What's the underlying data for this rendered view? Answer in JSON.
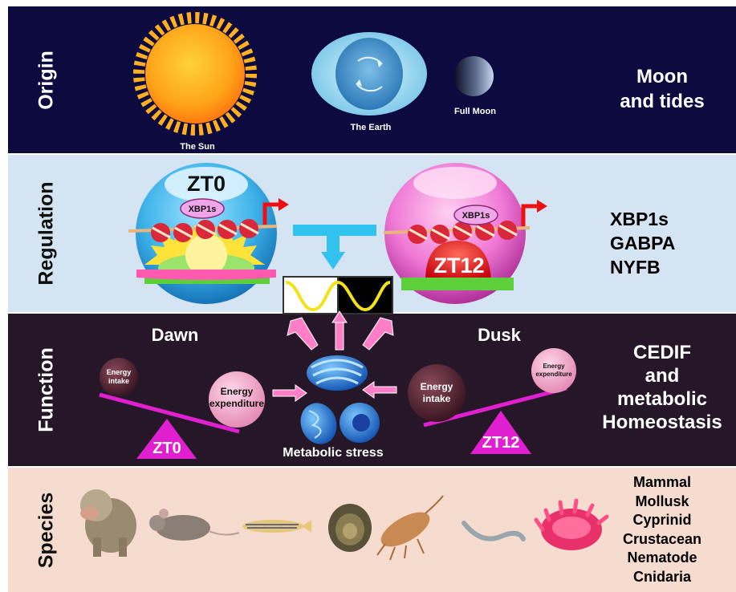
{
  "origin": {
    "label": "Origin",
    "sun": "The Sun",
    "earth": "The Earth",
    "moon": "Full Moon",
    "right_line1": "Moon",
    "right_line2": "and tides"
  },
  "regulation": {
    "label": "Regulation",
    "zt0": "ZT0",
    "zt12": "ZT12",
    "xbp1s_left": "XBP1s",
    "xbp1s_right": "XBP1s",
    "factors": [
      "XBP1s",
      "GABPA",
      "NYFB"
    ]
  },
  "function": {
    "label": "Function",
    "dawn": "Dawn",
    "dusk": "Dusk",
    "left_small": [
      "Energy",
      "intake"
    ],
    "left_big": [
      "Energy",
      "expenditure"
    ],
    "left_zt": "ZT0",
    "right_big": [
      "Energy",
      "intake"
    ],
    "right_small": [
      "Energy",
      "expenditure"
    ],
    "right_zt": "ZT12",
    "stress": "Metabolic stress",
    "right_text": [
      "CEDIF",
      "and",
      "metabolic",
      "Homeostasis"
    ]
  },
  "species": {
    "label": "Species",
    "names": [
      "Mammal",
      "Mollusk",
      "Cyprinid",
      "Crustacean",
      "Nematode",
      "Cnidaria"
    ]
  },
  "colors": {
    "origin_bg": "#0c0a3e",
    "regulation_bg": "#d5e4f2",
    "function_bg": "#261728",
    "species_bg": "#f6dccf",
    "accent_magenta": "#e020d0",
    "wave_yellow": "#f2e21a"
  }
}
